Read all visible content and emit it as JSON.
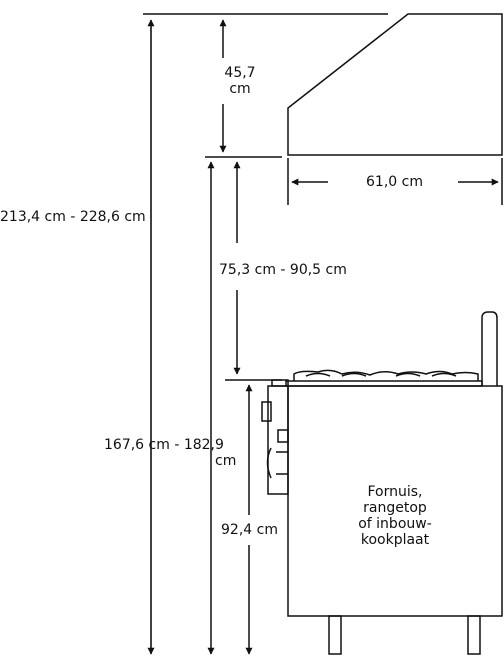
{
  "colors": {
    "line": "#111111",
    "background": "#ffffff"
  },
  "dimensions": {
    "hood_height": {
      "line1": "45,7",
      "line2": "cm"
    },
    "hood_depth": "61,0 cm",
    "total_height": "213,4 cm - 228,6 cm",
    "clearance": "75,3 cm - 90,5 cm",
    "hood_bottom": {
      "line1": "167,6 cm - 182,9",
      "line2": "cm"
    },
    "cooktop_height": "92,4 cm"
  },
  "appliance": {
    "label_lines": [
      "Fornuis,",
      "rangetop",
      "of inbouw-",
      "kookplaat"
    ]
  }
}
